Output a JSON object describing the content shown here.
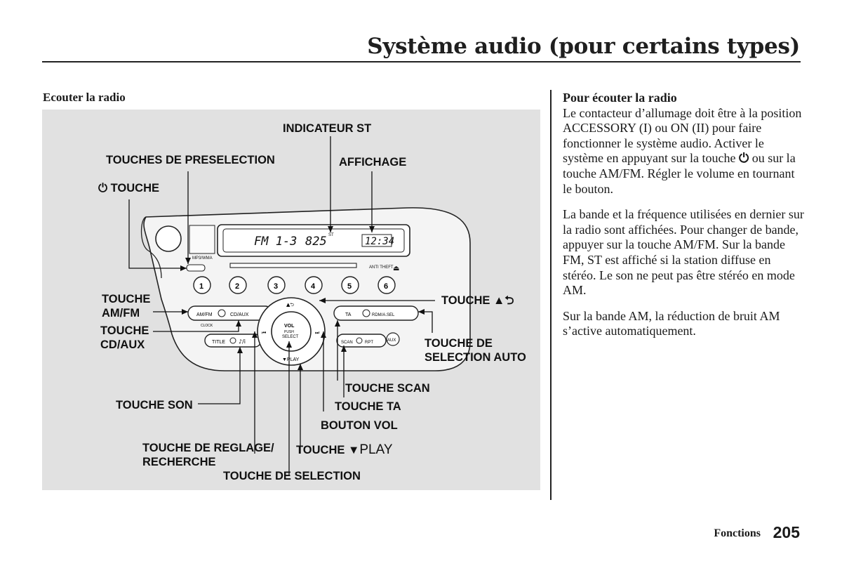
{
  "header": {
    "title": "Système audio (pour certains types)"
  },
  "section": {
    "label": "Ecouter la radio"
  },
  "diagram": {
    "display": {
      "band": "FM 1-3",
      "freq": "825",
      "clock": "12:34",
      "st": "ST"
    },
    "buttons": {
      "presets": [
        "1",
        "2",
        "3",
        "4",
        "5",
        "6"
      ],
      "amfm": "AM/FM",
      "cdaux": "CD/AUX",
      "clock": "CLOCK",
      "title": "TITLE",
      "ta": "TA",
      "rdm": "RDM/A.SEL",
      "scan": "SCAN",
      "rpt": "RPT",
      "aux": "AUX",
      "vol": "VOL",
      "push": "PUSH",
      "select": "SELECT",
      "play": "▼PLAY",
      "anti": "ANTI THEFT",
      "mp3": "MP3/WMA"
    },
    "labels": {
      "indicateur_st": "INDICATEUR ST",
      "touches_preselection": "TOUCHES DE PRESELECTION",
      "affichage": "AFFICHAGE",
      "touche_power": "TOUCHE",
      "touche_amfm": "TOUCHE\nAM/FM",
      "touche_cdaux": "TOUCHE\nCD/AUX",
      "touche_son": "TOUCHE SON",
      "touche_reglage": "TOUCHE DE REGLAGE/\nRECHERCHE",
      "touche_selection": "TOUCHE DE SELECTION",
      "touche_play": "TOUCHE",
      "play_text": "PLAY",
      "bouton_vol": "BOUTON VOL",
      "touche_ta": "TOUCHE TA",
      "touche_scan": "TOUCHE SCAN",
      "touche_selection_auto": "TOUCHE DE\nSELECTION AUTO",
      "touche_eject": "TOUCHE"
    }
  },
  "right": {
    "heading": "Pour écouter la radio",
    "p1_a": "Le contacteur d’allumage doit être à la position ACCESSORY (I) ou ON (II) pour faire fonctionner le système audio. Activer le système en appuyant sur la touche ",
    "p1_b": " ou sur la touche AM/FM. Régler le volume en tournant le bouton.",
    "p2": "La bande et la fréquence utilisées en dernier sur la radio sont affichées. Pour changer de bande, appuyer sur la touche AM/FM. Sur la bande FM, ST est affiché si la station diffuse en stéréo. Le son ne peut pas être stéréo en mode AM.",
    "p3": "Sur la bande AM, la réduction de bruit AM s’active automatiquement."
  },
  "footer": {
    "section": "Fonctions",
    "page": "205"
  }
}
